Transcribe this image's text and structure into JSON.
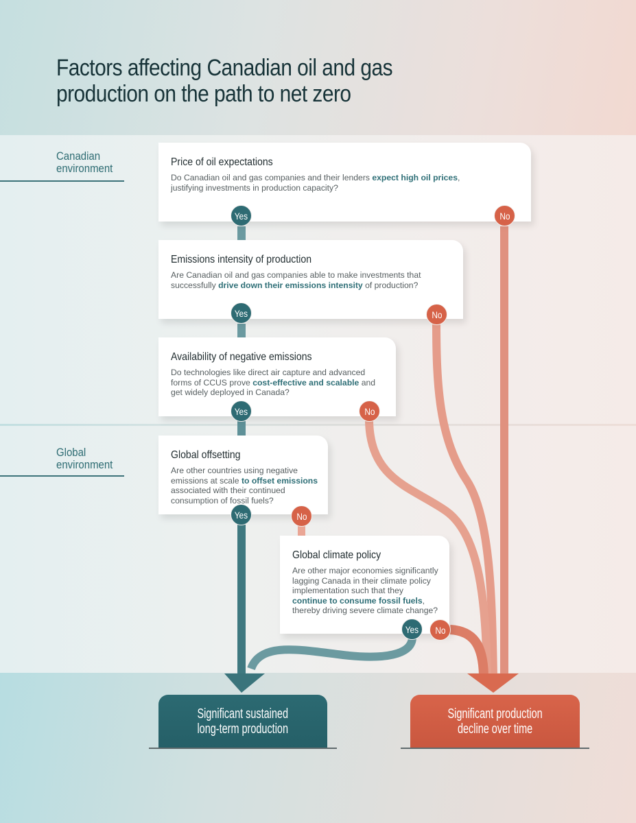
{
  "title": "Factors affecting Canadian oil and gas production on the path to net zero",
  "colors": {
    "yes": "#2e6b73",
    "no": "#d66248",
    "highlight": "#2f6f77",
    "outcome_good": "#2c6a72",
    "outcome_bad": "#d8644a"
  },
  "sections": [
    {
      "label_line1": "Canadian",
      "label_line2": "environment"
    },
    {
      "label_line1": "Global",
      "label_line2": "environment"
    }
  ],
  "questions": [
    {
      "title": "Price of oil expectations",
      "text_before": "Do Canadian oil and gas companies and their lenders ",
      "highlight": "expect high oil prices",
      "text_after": ", justifying investments in production capacity?",
      "yes": "Yes",
      "no": "No"
    },
    {
      "title": "Emissions intensity of production",
      "text_before": "Are Canadian oil and gas companies able to make investments that successfully ",
      "highlight": "drive down their emissions intensity",
      "text_after": " of production?",
      "yes": "Yes",
      "no": "No"
    },
    {
      "title": "Availability of negative emissions",
      "text_before": "Do technologies like direct air capture and advanced forms of CCUS prove ",
      "highlight": "cost-effective and scalable",
      "text_after": " and get widely deployed in Canada?",
      "yes": "Yes",
      "no": "No"
    },
    {
      "title": "Global offsetting",
      "text_before": "Are other countries using negative emissions at scale ",
      "highlight": "to offset emissions",
      "text_after": " associated with their continued consumption of fossil fuels?",
      "yes": "Yes",
      "no": "No"
    },
    {
      "title": "Global climate policy",
      "text_before": "Are other major economies significantly lagging Canada in their climate policy implementation such that they ",
      "highlight": "continue to consume fossil fuels",
      "text_after": ", thereby driving severe climate change?",
      "yes": "Yes",
      "no": "No"
    }
  ],
  "outcomes": [
    {
      "line1": "Significant sustained",
      "line2": "long-term production"
    },
    {
      "line1": "Significant production",
      "line2": "decline over time"
    }
  ]
}
